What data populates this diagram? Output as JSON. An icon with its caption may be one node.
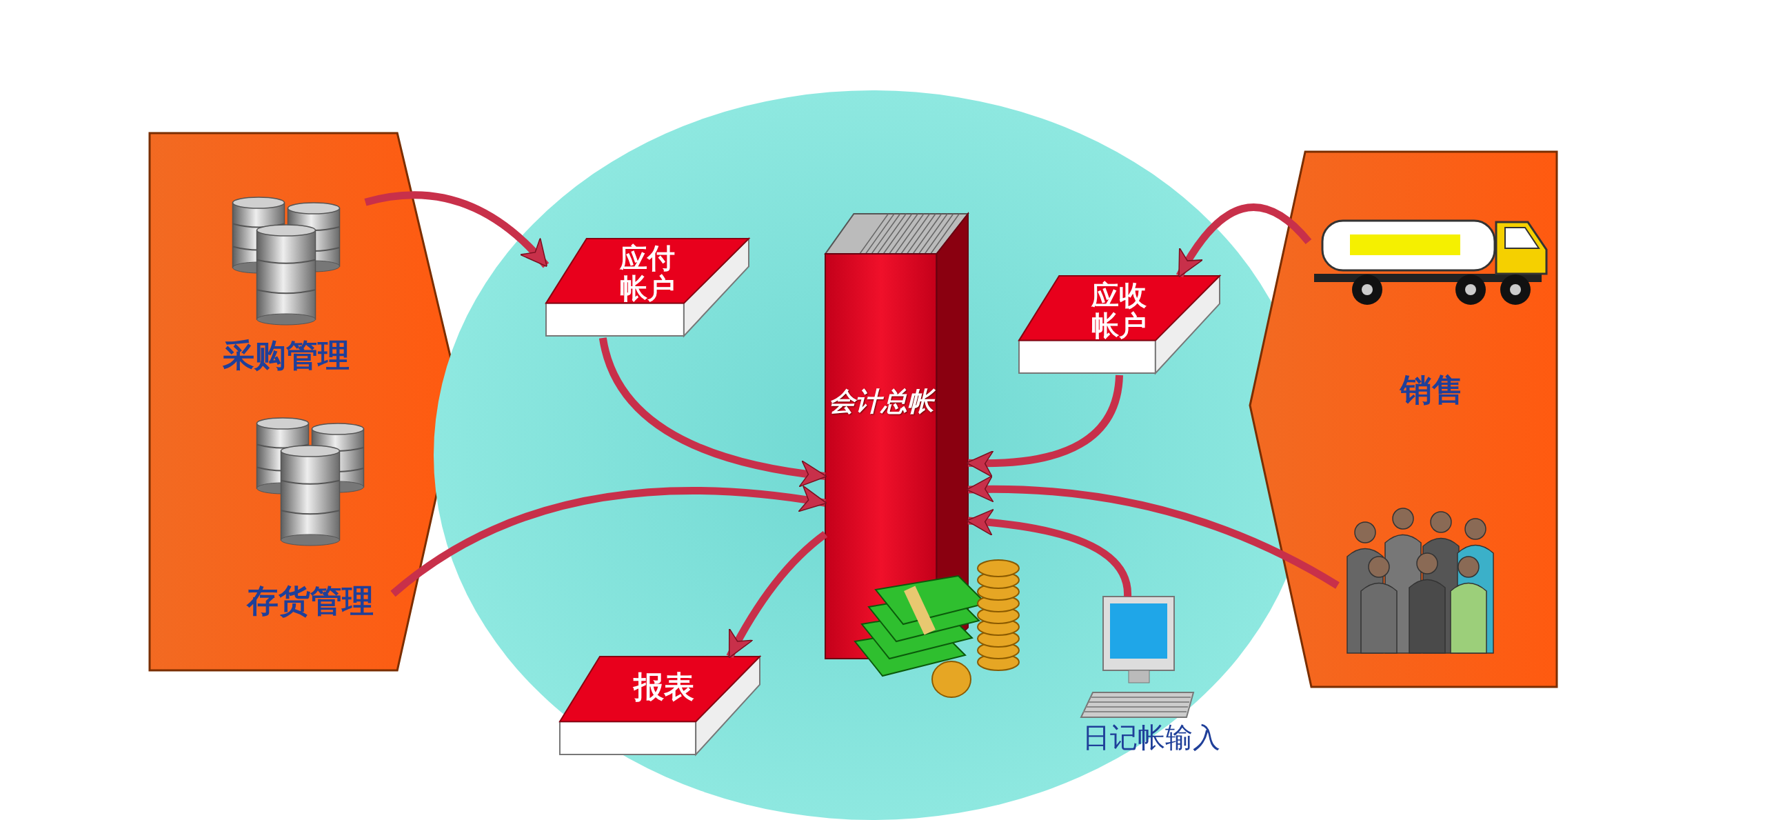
{
  "diagram": {
    "nodes": [
      {
        "text": [],
        "shape": "box"
      },
      {
        "text": [
          "采购管理"
        ],
        "in": 0
      },
      {
        "text": [
          "存货管理"
        ],
        "in": 0
      },
      {
        "text": [],
        "shape": "circle"
      },
      {
        "text": [
          "应付帐户"
        ],
        "in": 3
      },
      {
        "text": [
          "会计总帐"
        ],
        "in": 3
      },
      {
        "text": [
          "应收帐户"
        ],
        "in": 3
      },
      {
        "text": [
          "报表"
        ],
        "in": 3
      },
      {
        "text": [
          "日记帐输入"
        ],
        "in": 3
      },
      {
        "text": [
          "销售"
        ]
      },
      {
        "text": [],
        "shape": "picture",
        "in": 9
      },
      {
        "text": [],
        "shape": "picture",
        "in": 9
      }
    ],
    "edges": [
      {
        "from": 1,
        "to": 4,
        "arrow": "to"
      },
      {
        "from": 4,
        "to": 5,
        "arrow": "to"
      },
      {
        "from": 2,
        "to": 5,
        "arrow": "to"
      },
      {
        "from": 5,
        "to": 7,
        "arrow": "to"
      },
      {
        "from": 10,
        "to": 6,
        "arrow": "to"
      },
      {
        "from": 6,
        "to": 5,
        "arrow": "to"
      },
      {
        "from": 11,
        "to": 5,
        "arrow": "to"
      },
      {
        "from": 8,
        "to": 5,
        "arrow": "to"
      }
    ]
  }
}
